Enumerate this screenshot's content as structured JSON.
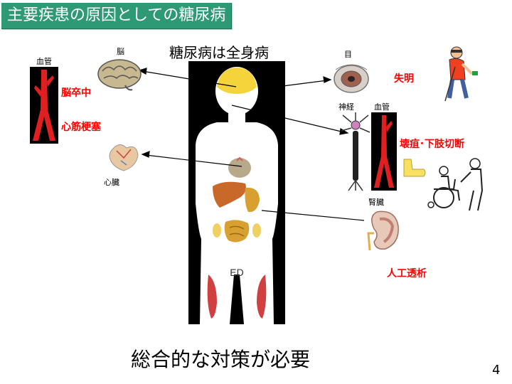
{
  "title": "主要疾患の原因としての糖尿病",
  "heading": "糖尿病は全身病",
  "organs": {
    "blood_vessel_left": "血管",
    "brain": "脳",
    "heart": "心臓",
    "eye": "目",
    "nerve": "神経",
    "blood_vessel_right": "血管",
    "kidney": "腎臓"
  },
  "conditions": {
    "stroke": "脳卒中",
    "mi": "心筋梗塞",
    "blindness": "失明",
    "gangrene": "壊疽･下肢切断",
    "dialysis": "人工透析"
  },
  "body_label": "ED",
  "conclusion": "総合的な対策が必要",
  "page_number": "4",
  "colors": {
    "title_bg": "#2e9a75",
    "title_text": "#ffffff",
    "condition_text": "#ff0000",
    "vessel": "#e02020",
    "panel_bg": "#000000"
  }
}
